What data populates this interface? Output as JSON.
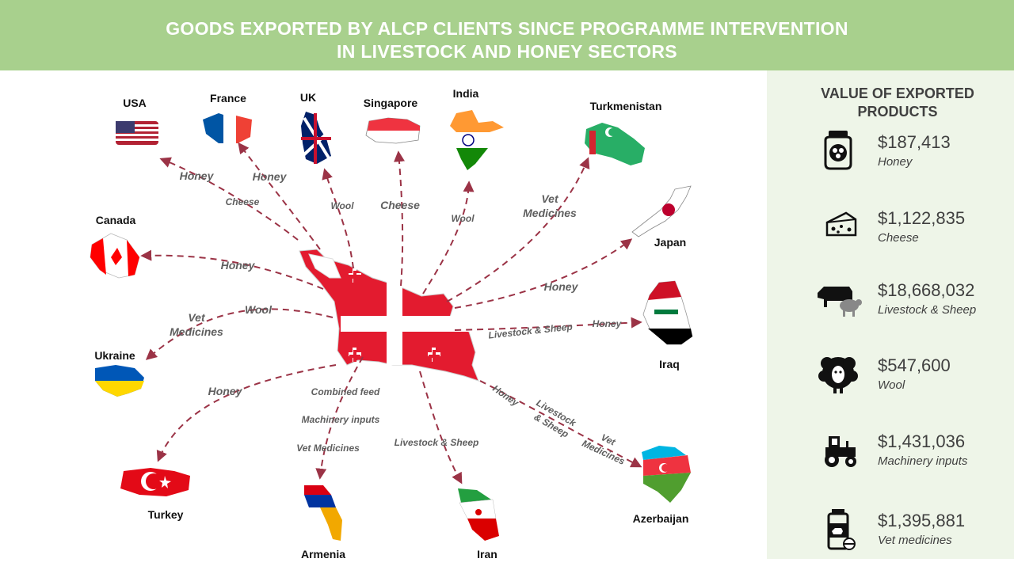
{
  "header": {
    "title_line1": "GOODS EXPORTED BY ALCP CLIENTS SINCE PROGRAMME INTERVENTION",
    "title_line2": "IN LIVESTOCK AND HONEY SECTORS"
  },
  "countries": {
    "usa": "USA",
    "france": "France",
    "uk": "UK",
    "singapore": "Singapore",
    "india": "India",
    "turkmenistan": "Turkmenistan",
    "canada": "Canada",
    "japan": "Japan",
    "ukraine": "Ukraine",
    "iraq": "Iraq",
    "turkey": "Turkey",
    "armenia": "Armenia",
    "iran": "Iran",
    "azerbaijan": "Azerbaijan"
  },
  "goods": {
    "usa_honey": "Honey",
    "usa_cheese": "Cheese",
    "france_honey": "Honey",
    "uk_wool": "Wool",
    "singapore_cheese": "Cheese",
    "india_wool": "Wool",
    "turkmenistan_vet_line1": "Vet",
    "turkmenistan_vet_line2": "Medicines",
    "canada_honey": "Honey",
    "japan_honey": "Honey",
    "ukraine_wool": "Wool",
    "ukraine_vet_line1": "Vet",
    "ukraine_vet_line2": "Medicines",
    "iraq_livestock": "Livestock & Sheep",
    "iraq_honey": "Honey",
    "turkey_honey": "Honey",
    "armenia_feed": "Combined feed",
    "armenia_machinery": "Machinery inputs",
    "armenia_vet": "Vet Medicines",
    "iran_livestock": "Livestock & Sheep",
    "azerbaijan_honey": "Honey",
    "azerbaijan_livestock_line1": "Livestock",
    "azerbaijan_livestock_line2": "& Sheep",
    "azerbaijan_vet_line1": "Vet",
    "azerbaijan_vet_line2": "Medicines"
  },
  "panel": {
    "title_line1": "VALUE OF EXPORTED",
    "title_line2": "PRODUCTS",
    "stats": [
      {
        "value": "$187,413",
        "label": "Honey",
        "icon": "honey-jar-icon"
      },
      {
        "value": "$1,122,835",
        "label": "Cheese",
        "icon": "cheese-icon"
      },
      {
        "value": "$18,668,032",
        "label": "Livestock & Sheep",
        "icon": "cow-sheep-icon"
      },
      {
        "value": "$547,600",
        "label": "Wool",
        "icon": "sheep-wool-icon"
      },
      {
        "value": "$1,431,036",
        "label": "Machinery inputs",
        "icon": "tractor-icon"
      },
      {
        "value": "$1,395,881",
        "label": "Vet medicines",
        "icon": "medicine-bottle-icon"
      }
    ]
  },
  "colors": {
    "header_bg": "#a8d08d",
    "panel_bg": "#eef5e8",
    "arrow": "#9b3346",
    "georgia_red": "#e31b2f"
  }
}
